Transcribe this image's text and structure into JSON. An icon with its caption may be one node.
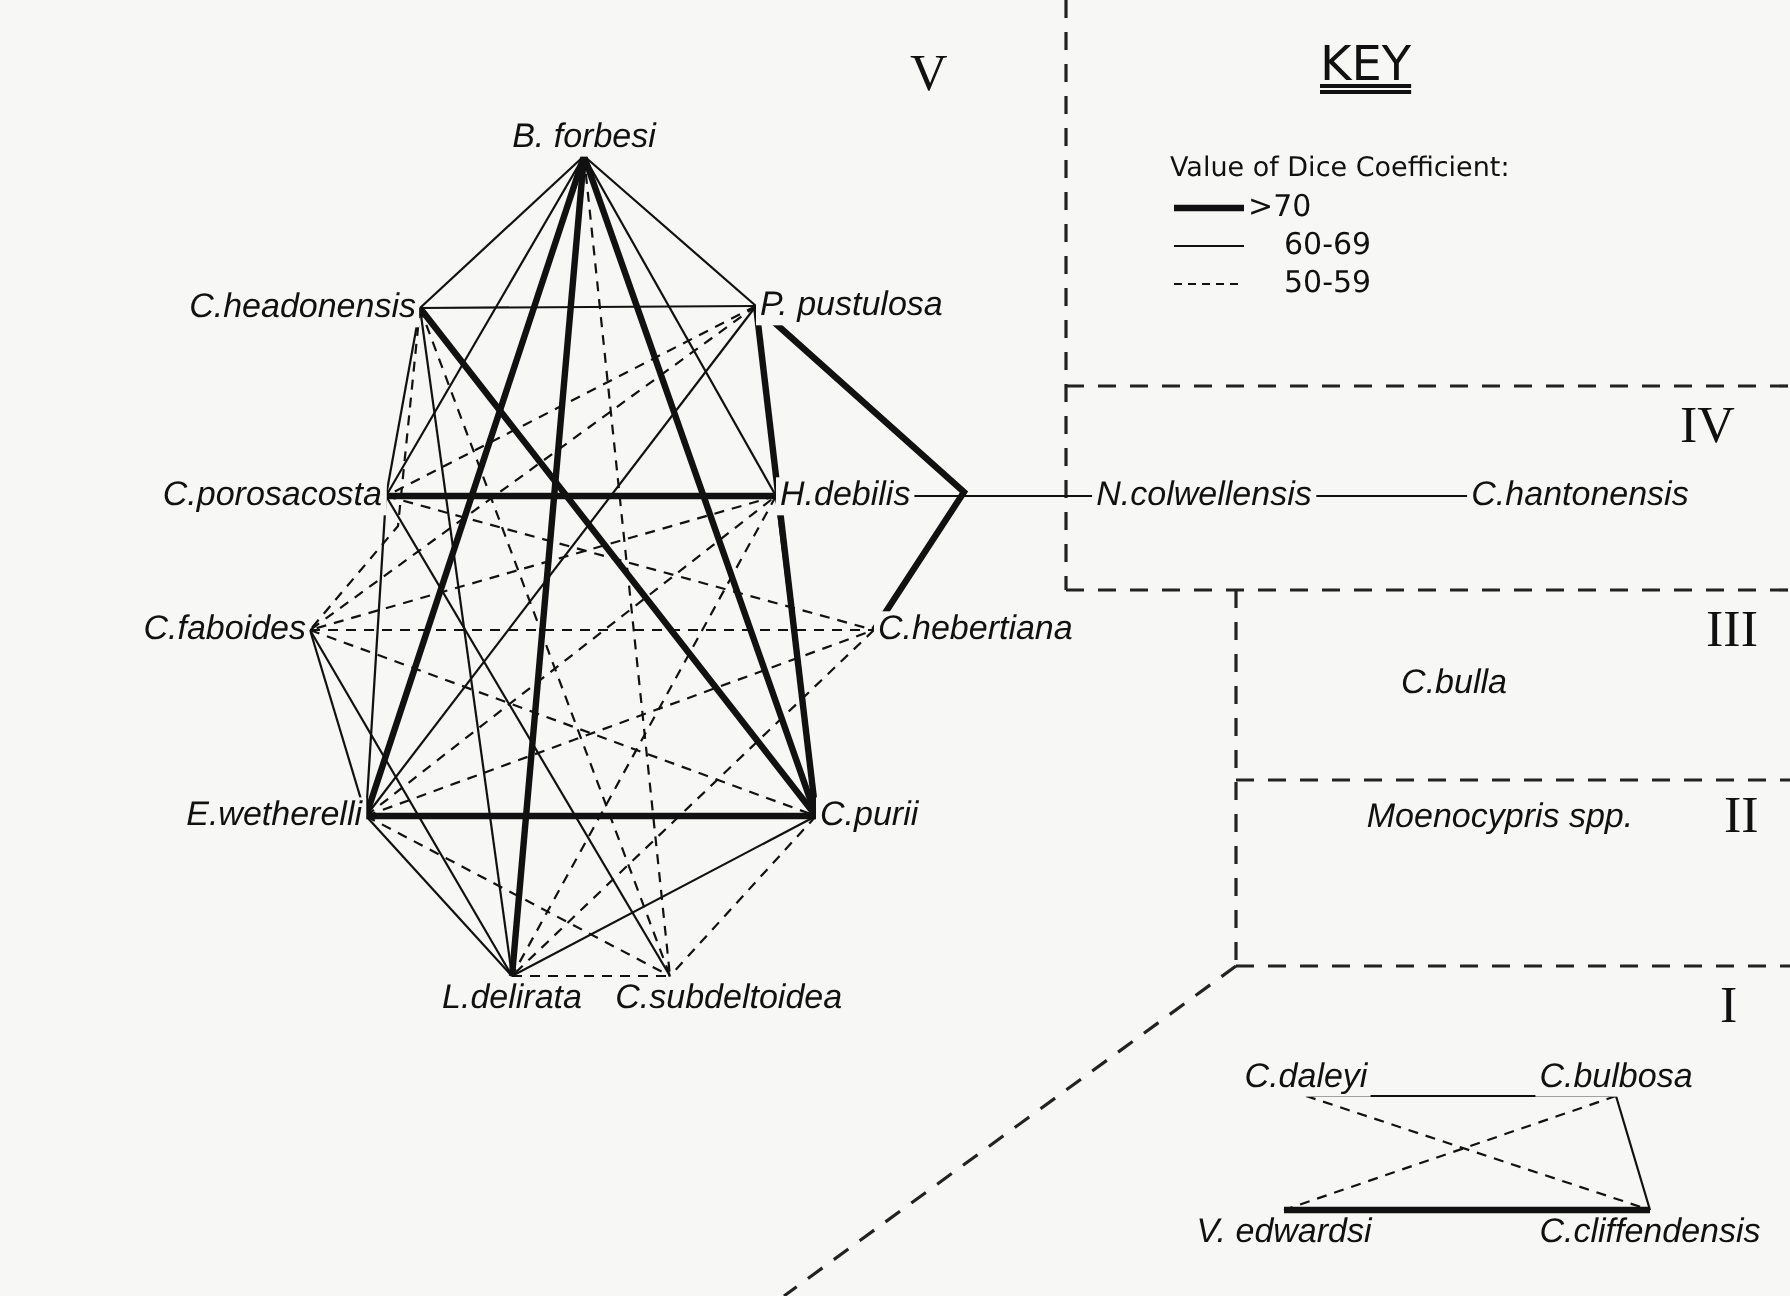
{
  "diagram": {
    "nodes": [
      {
        "text": [
          "B. forbesi"
        ]
      },
      {
        "text": [
          "C.headonensis"
        ]
      },
      {
        "text": [
          "P. pustulosa"
        ]
      },
      {
        "text": [
          "C.porosacosta"
        ]
      },
      {
        "text": [
          "H.debilis"
        ]
      },
      {
        "text": [
          "N.colwellensis"
        ]
      },
      {
        "text": [
          "C.hantonensis"
        ]
      },
      {
        "text": [
          "C.faboides"
        ]
      },
      {
        "text": [
          "C.hebertiana"
        ]
      },
      {
        "text": [
          "C.bulla"
        ]
      },
      {
        "text": [
          "E.wetherelli"
        ]
      },
      {
        "text": [
          "C.purii"
        ]
      },
      {
        "text": [
          "Moenocypris spp."
        ]
      },
      {
        "text": [
          "L.delirata"
        ]
      },
      {
        "text": [
          "C.subdeltoidea"
        ]
      },
      {
        "text": [
          "C.daleyi"
        ]
      },
      {
        "text": [
          "C.bulbosa"
        ]
      },
      {
        "text": [
          "V. edwardsi"
        ]
      },
      {
        "text": [
          "C.cliffendensis"
        ]
      }
    ],
    "edges": [
      {
        "from": 0,
        "to": 10,
        "arrow": "none",
        "style": "thick"
      },
      {
        "from": 0,
        "to": 13,
        "arrow": "none",
        "style": "thick"
      },
      {
        "from": 0,
        "to": 11,
        "arrow": "none",
        "style": "thick"
      },
      {
        "from": 1,
        "to": 11,
        "arrow": "none",
        "style": "thick"
      },
      {
        "from": 3,
        "to": 4,
        "arrow": "none",
        "style": "thick"
      },
      {
        "from": 10,
        "to": 11,
        "arrow": "none",
        "style": "thick"
      },
      {
        "from": 2,
        "to": 11,
        "arrow": "none",
        "style": "thick"
      },
      {
        "from": 2,
        "to": 8,
        "arrow": "none",
        "style": "thick"
      },
      {
        "from": 0,
        "to": 1,
        "arrow": "none"
      },
      {
        "from": 0,
        "to": 2,
        "arrow": "none"
      },
      {
        "from": 1,
        "to": 2,
        "arrow": "none"
      },
      {
        "from": 0,
        "to": 3,
        "arrow": "none"
      },
      {
        "from": 1,
        "to": 3,
        "arrow": "none"
      },
      {
        "from": 1,
        "to": 13,
        "arrow": "none"
      },
      {
        "from": 3,
        "to": 10,
        "arrow": "none"
      },
      {
        "from": 3,
        "to": 14,
        "arrow": "none"
      },
      {
        "from": 7,
        "to": 10,
        "arrow": "none"
      },
      {
        "from": 7,
        "to": 13,
        "arrow": "none"
      },
      {
        "from": 10,
        "to": 13,
        "arrow": "none"
      },
      {
        "from": 11,
        "to": 13,
        "arrow": "none"
      },
      {
        "from": 2,
        "to": 10,
        "arrow": "none"
      },
      {
        "from": 4,
        "to": 11,
        "arrow": "none"
      },
      {
        "from": 0,
        "to": 4,
        "arrow": "none"
      },
      {
        "from": 1,
        "to": 7,
        "arrow": "none",
        "style": "dashed"
      },
      {
        "from": 1,
        "to": 14,
        "arrow": "none",
        "style": "dashed"
      },
      {
        "from": 2,
        "to": 3,
        "arrow": "none",
        "style": "dashed"
      },
      {
        "from": 2,
        "to": 7,
        "arrow": "none",
        "style": "dashed"
      },
      {
        "from": 4,
        "to": 7,
        "arrow": "none",
        "style": "dashed"
      },
      {
        "from": 0,
        "to": 14,
        "arrow": "none",
        "style": "dashed"
      },
      {
        "from": 3,
        "to": 8,
        "arrow": "none",
        "style": "dashed"
      },
      {
        "from": 7,
        "to": 8,
        "arrow": "none",
        "style": "dashed"
      },
      {
        "from": 7,
        "to": 11,
        "arrow": "none",
        "style": "dashed"
      },
      {
        "from": 10,
        "to": 8,
        "arrow": "none",
        "style": "dashed"
      },
      {
        "from": 10,
        "to": 4,
        "arrow": "none",
        "style": "dashed"
      },
      {
        "from": 13,
        "to": 14,
        "arrow": "none",
        "style": "dashed"
      },
      {
        "from": 11,
        "to": 14,
        "arrow": "none",
        "style": "dashed"
      },
      {
        "from": 10,
        "to": 14,
        "arrow": "none",
        "style": "dashed"
      },
      {
        "from": 4,
        "to": 13,
        "arrow": "none",
        "style": "dashed"
      },
      {
        "from": 8,
        "to": 13,
        "arrow": "none",
        "style": "dashed"
      },
      {
        "from": 4,
        "to": 5,
        "arrow": "none"
      },
      {
        "from": 5,
        "to": 6,
        "arrow": "none"
      },
      {
        "from": 15,
        "to": 16,
        "arrow": "none"
      },
      {
        "from": 16,
        "to": 18,
        "arrow": "none"
      },
      {
        "from": 17,
        "to": 18,
        "arrow": "none",
        "style": "thick"
      },
      {
        "from": 15,
        "to": 18,
        "arrow": "none",
        "style": "dashed"
      },
      {
        "from": 16,
        "to": 17,
        "arrow": "none",
        "style": "dashed"
      }
    ],
    "labels": [
      "V",
      "KEY",
      "Value of Dice Coefficient:",
      "IV",
      "III",
      "II",
      "I"
    ],
    "legend": [
      {
        "text": ">70"
      },
      {
        "text": "60-69"
      },
      {
        "text": "50-59"
      }
    ]
  }
}
